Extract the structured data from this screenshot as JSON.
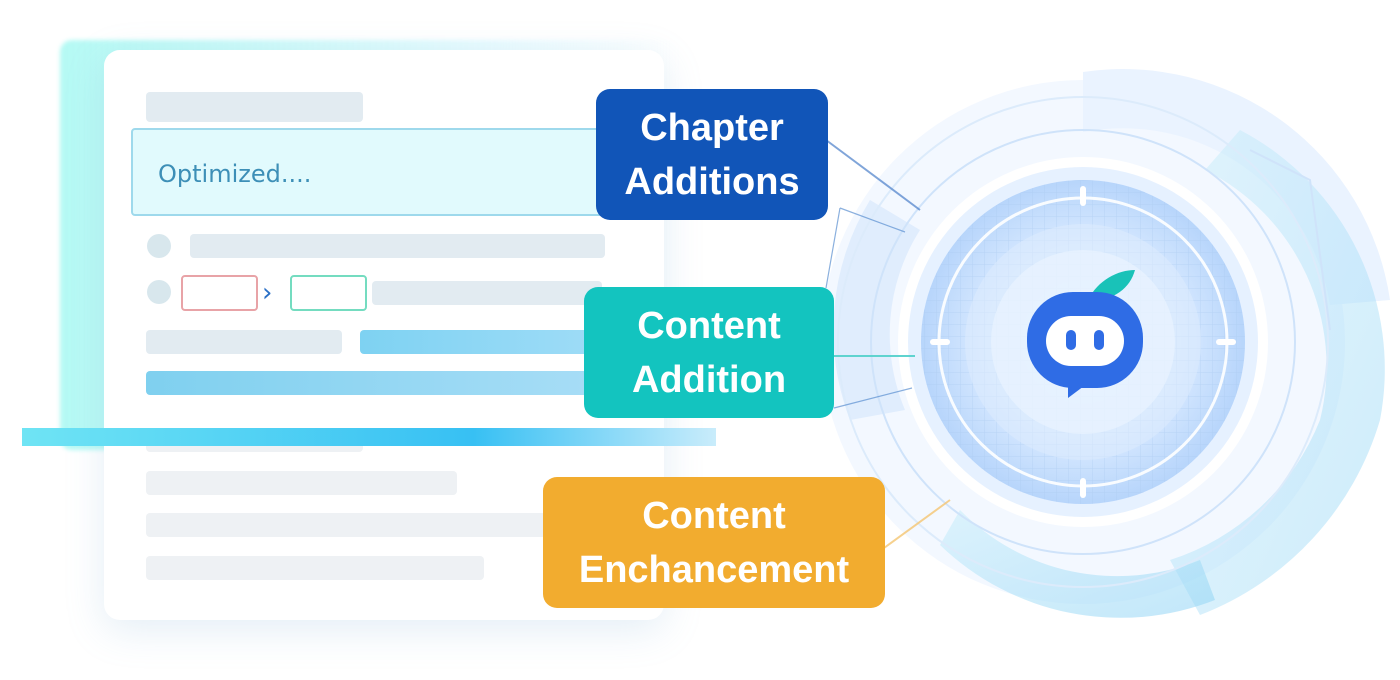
{
  "document": {
    "status_text": "Optimized...."
  },
  "labels": [
    {
      "line1": "Chapter",
      "line2": "Additions",
      "color": "#1155b8"
    },
    {
      "line1": "Content",
      "line2": "Addition",
      "color": "#13c4bf"
    },
    {
      "line1": "Content",
      "line2": "Enchancement",
      "color": "#f2ac2f"
    }
  ],
  "icons": {
    "center": "chat-bot-icon",
    "arrow": "chevron-right-icon"
  }
}
